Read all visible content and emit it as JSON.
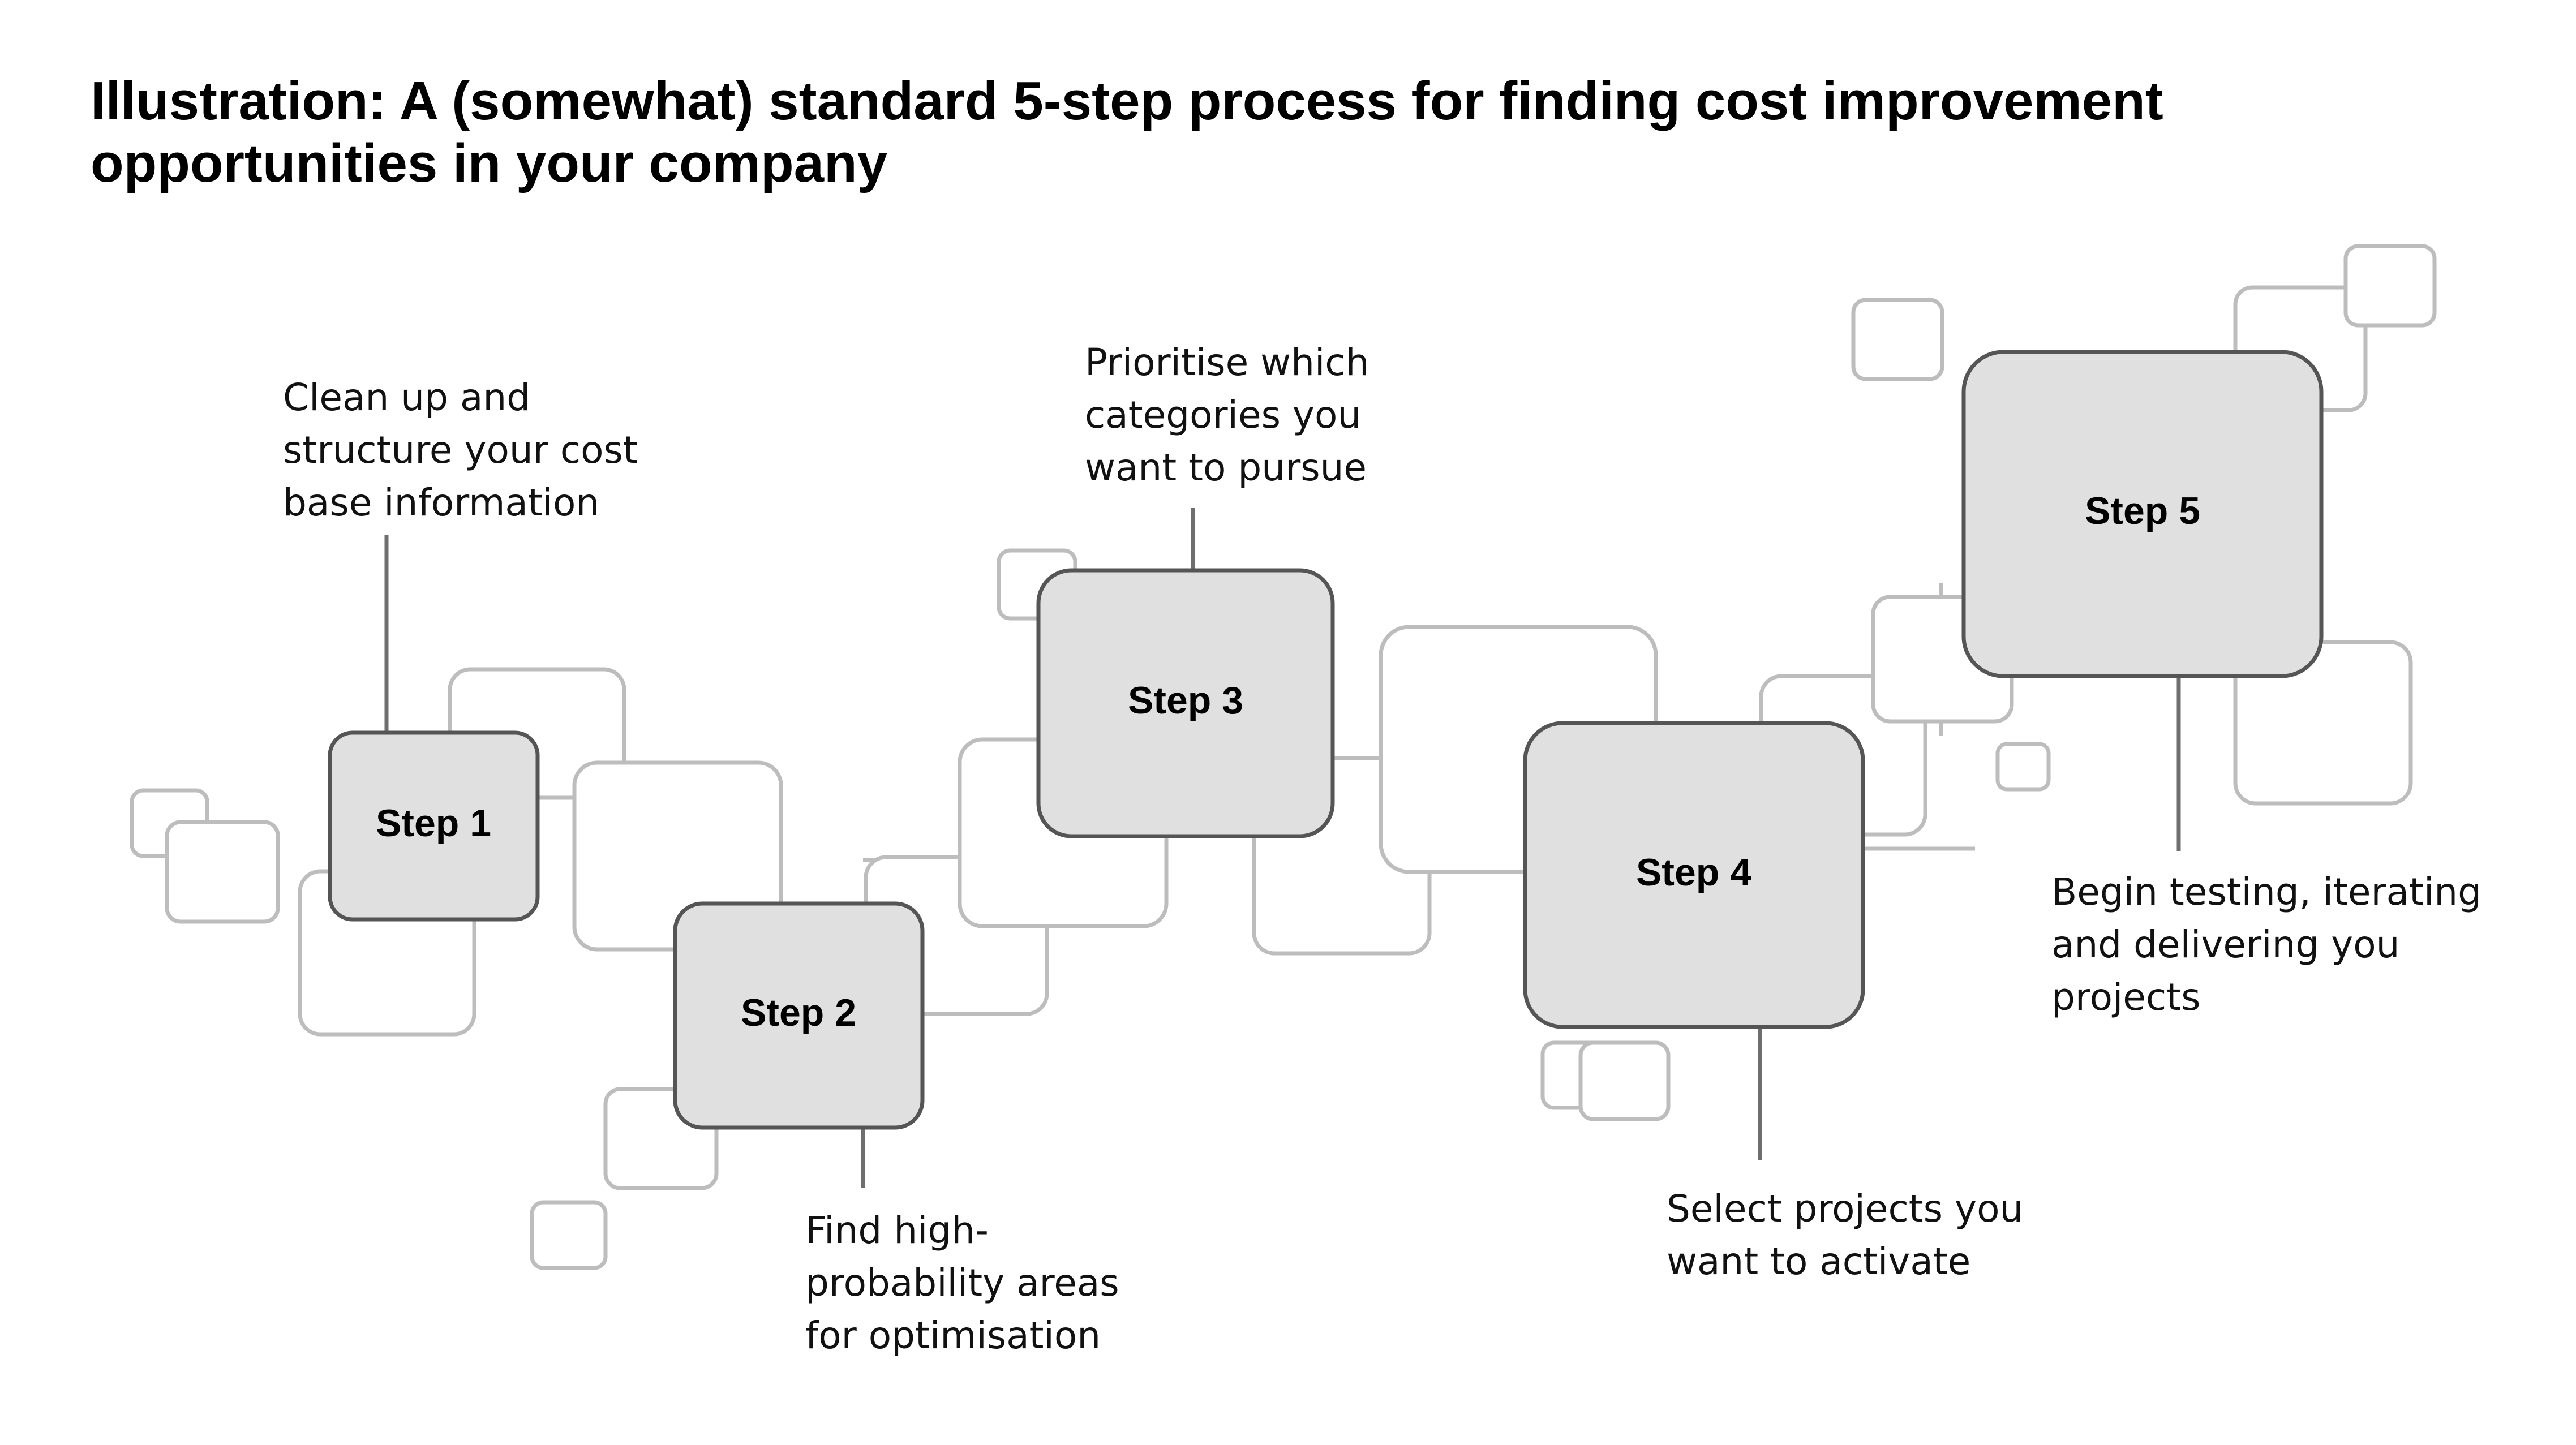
{
  "title": {
    "line1": "Illustration: A (somewhat) standard 5-step process for finding cost improvement",
    "line2": "opportunities in your company"
  },
  "steps": [
    {
      "label": "Step 1",
      "description": [
        "Clean up and",
        "structure your cost",
        "base information"
      ]
    },
    {
      "label": "Step 2",
      "description": [
        "Find high-",
        "probability areas",
        "for optimisation"
      ]
    },
    {
      "label": "Step 3",
      "description": [
        "Prioritise which",
        "categories you",
        "want to pursue"
      ]
    },
    {
      "label": "Step 4",
      "description": [
        "Select projects you",
        "want to activate"
      ]
    },
    {
      "label": "Step 5",
      "description": [
        "Begin testing, iterating",
        "and delivering you",
        "projects"
      ]
    }
  ],
  "colors": {
    "step_fill": "#e0e0e0",
    "step_border": "#555555",
    "decor_border": "#bdbdbd",
    "leader_line": "#6e6e6e"
  }
}
